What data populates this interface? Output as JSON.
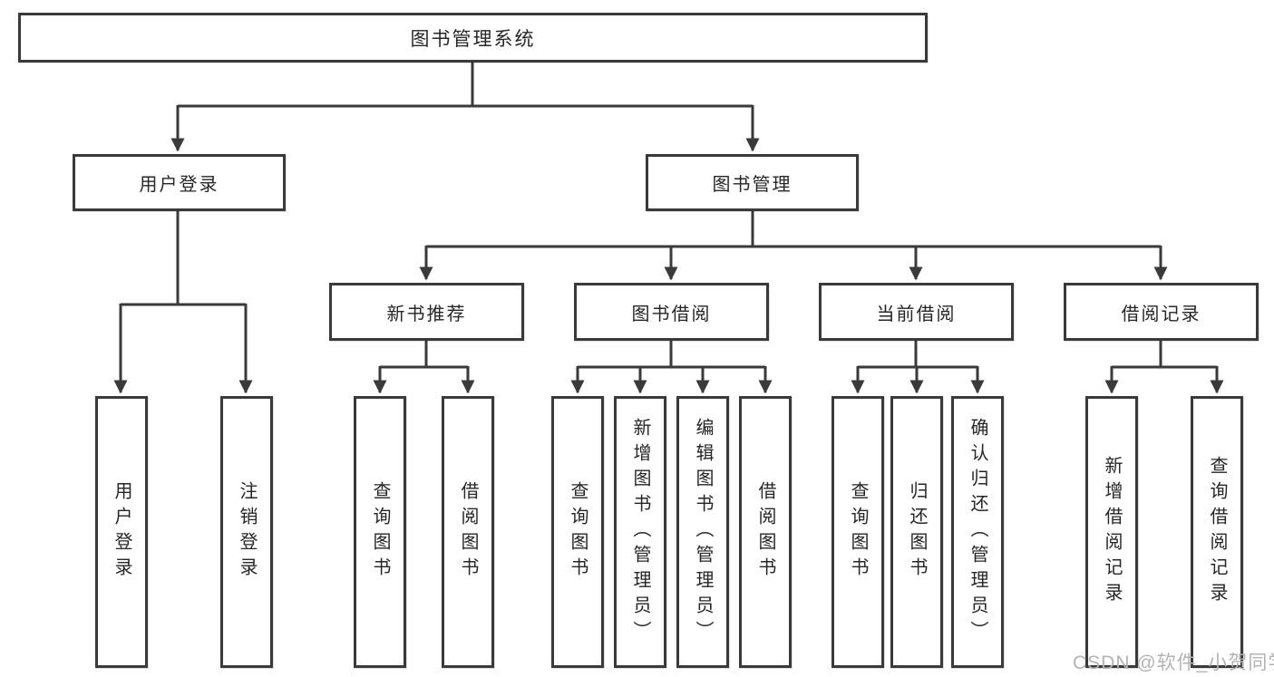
{
  "tree": {
    "label": "图书管理系统",
    "children": [
      {
        "label": "用户登录",
        "children": [
          {
            "label": "用户登录"
          },
          {
            "label": "注销登录"
          }
        ]
      },
      {
        "label": "图书管理",
        "children": [
          {
            "label": "新书推荐",
            "children": [
              {
                "label": "查询图书"
              },
              {
                "label": "借阅图书"
              }
            ]
          },
          {
            "label": "图书借阅",
            "children": [
              {
                "label": "查询图书"
              },
              {
                "label": "新增图书（管理员）"
              },
              {
                "label": "编辑图书（管理员）"
              },
              {
                "label": "借阅图书"
              }
            ]
          },
          {
            "label": "当前借阅",
            "children": [
              {
                "label": "查询图书"
              },
              {
                "label": "归还图书"
              },
              {
                "label": "确认归还（管理员）"
              }
            ]
          },
          {
            "label": "借阅记录",
            "children": [
              {
                "label": "新增借阅记录"
              },
              {
                "label": "查询借阅记录"
              }
            ]
          }
        ]
      }
    ]
  },
  "watermark": {
    "text": "CSDN @软件_小贺同学",
    "color": "#b3b3b3"
  },
  "colors": {
    "line": "#3a3a3a",
    "box_border": "#3a3a3a",
    "box_fill": "#ffffff",
    "text": "#262626",
    "background": "#ffffff"
  }
}
